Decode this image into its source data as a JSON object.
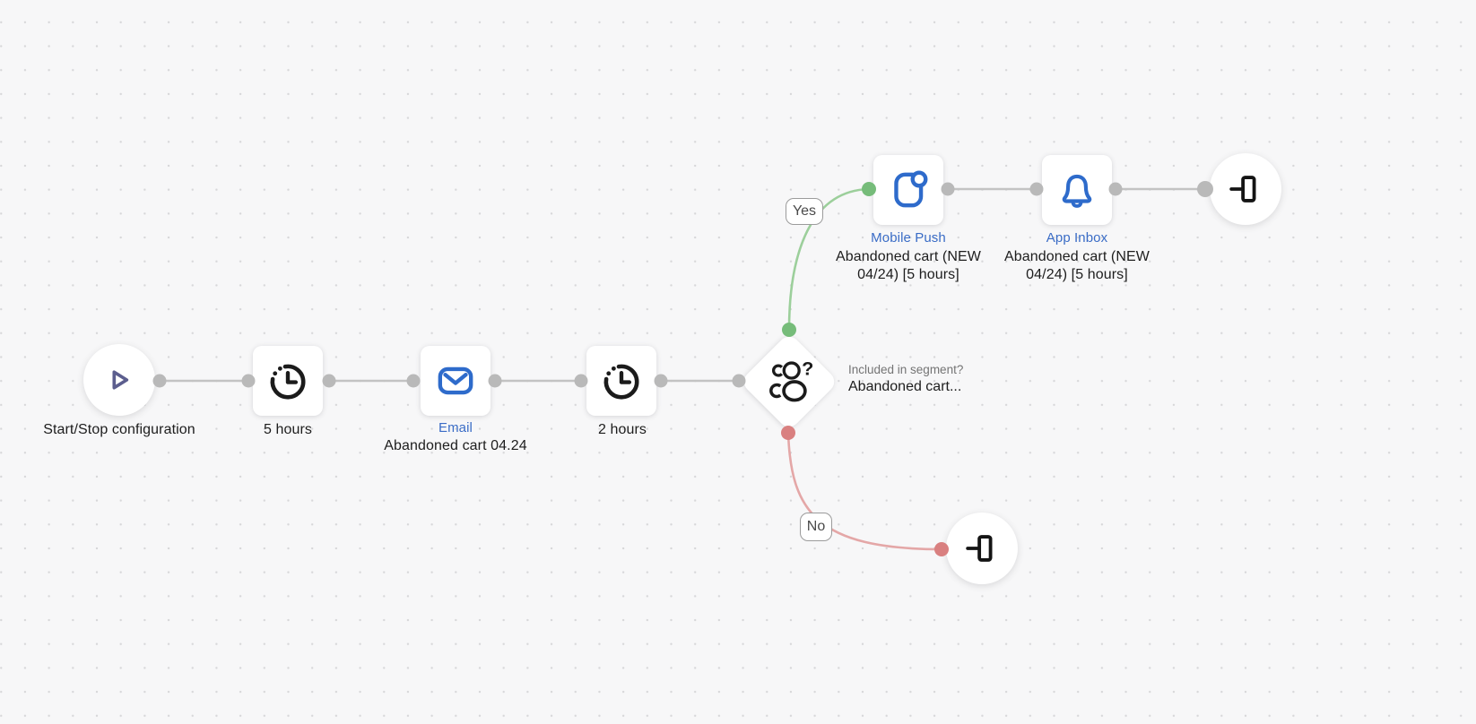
{
  "canvas": {
    "background": "#f7f7f8",
    "grid_dot_color": "#d7d7d9"
  },
  "colors": {
    "line_gray": "#c3c3c3",
    "port_gray": "#b9b9b9",
    "branch_yes_dot": "#76bc7a",
    "branch_yes_line": "#9ccf9b",
    "branch_no_dot": "#d98080",
    "branch_no_line": "#e4a7a7",
    "channel_blue": "#3a6cc6",
    "icon_blue": "#2e6bcb",
    "icon_dark": "#1b1b1b",
    "play_indigo": "#5c5e8e",
    "text_dark": "#1d1d1d",
    "text_gray": "#747474"
  },
  "nodes": {
    "start": {
      "caption": "Start/Stop configuration"
    },
    "wait_1": {
      "caption": "5 hours"
    },
    "email": {
      "channel": "Email",
      "caption": "Abandoned cart 04.24"
    },
    "wait_2": {
      "caption": "2 hours"
    },
    "condition": {
      "type_label": "Included in segment?",
      "caption": "Abandoned cart..."
    },
    "mobile_push": {
      "channel": "Mobile Push",
      "caption": "Abandoned cart (NEW\n04/24) [5 hours]"
    },
    "app_inbox": {
      "channel": "App Inbox",
      "caption": "Abandoned cart (NEW\n04/24) [5 hours]"
    }
  },
  "edges": {
    "yes_label": "Yes",
    "no_label": "No"
  }
}
